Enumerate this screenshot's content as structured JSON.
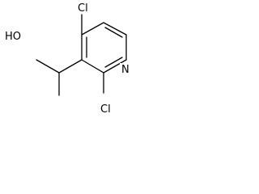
{
  "molecule": {
    "atoms": {
      "cl_top": "Cl",
      "ho": "HO",
      "n_ring": "N",
      "cl_bottom": "Cl"
    }
  }
}
